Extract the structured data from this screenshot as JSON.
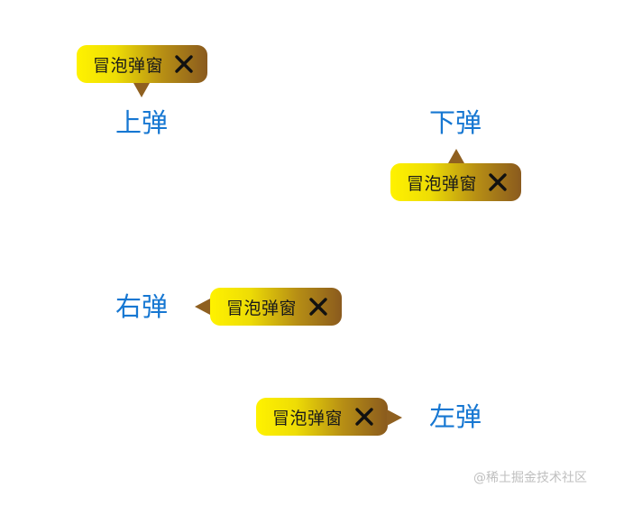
{
  "theme": {
    "link_color": "#1677d2",
    "arrow_color": "#8f6020",
    "gradient_start": "#fff200",
    "gradient_end": "#8a5a1e"
  },
  "popovers": [
    {
      "label": "冒泡弹窗",
      "close_icon": "close-icon"
    },
    {
      "label": "冒泡弹窗",
      "close_icon": "close-icon"
    },
    {
      "label": "冒泡弹窗",
      "close_icon": "close-icon"
    },
    {
      "label": "冒泡弹窗",
      "close_icon": "close-icon"
    }
  ],
  "triggers": {
    "top": "上弹",
    "bottom": "下弹",
    "right": "右弹",
    "left": "左弹"
  },
  "watermark": "@稀土掘金技术社区"
}
